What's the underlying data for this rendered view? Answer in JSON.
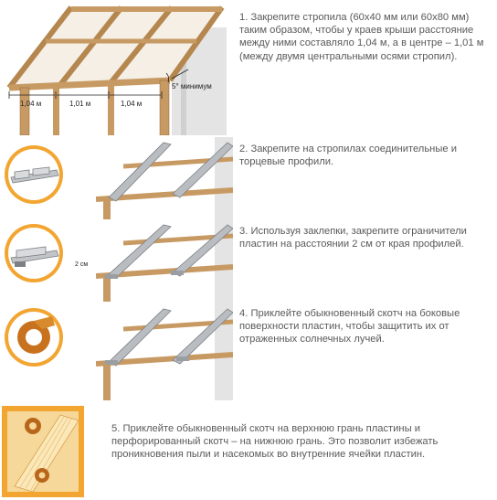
{
  "steps": [
    {
      "text": "1. Закрепите стропила (60х40 мм или 60х80 мм) таким образом, чтобы у краев крыши расстояние между ними составляло 1,04 м, а в центре – 1,01 м (между двумя центральными осями стропил).",
      "illustration": "rafter-frame",
      "labels": {
        "span_left": "1,04 м",
        "span_center": "1,01 м",
        "span_right": "1,04 м",
        "slope": "5° минимум"
      }
    },
    {
      "text": "2. Закрепите на стропилах соединительные и торцевые профили.",
      "illustration": "profile-mounting",
      "detail_icon": "profile-cross-section-icon"
    },
    {
      "text": "3. Используя заклепки, закрепите ограничители пластин на расстоянии 2 см от края профилей.",
      "illustration": "limiter-mounting",
      "detail_icon": "rivet-limiter-icon",
      "labels": {
        "gap": "2 см"
      }
    },
    {
      "text": "4. Приклейте обыкновенный скотч на боковые поверхности пластин, чтобы защитить их от отраженных солнечных лучей.",
      "illustration": "tape-sides",
      "detail_icon": "tape-roll-icon"
    },
    {
      "text": "5. Приклейте обыкновенный скотч на верхнюю грань пластины и перфорированный скотч – на нижнюю грань. Это позволит избежать проникновения пыли и насекомых во внутренние ячейки пластин.",
      "illustration": "tape-panel-edges",
      "detail_icon": "tape-on-panel-icon"
    }
  ],
  "colors": {
    "wood": "#c89a63",
    "wood_dark": "#8a6339",
    "wall": "#e6e6e6",
    "metal": "#b8bcc0",
    "tape": "#d88a2e",
    "accent_frame": "#f3a531",
    "text": "#5a5a5a"
  }
}
